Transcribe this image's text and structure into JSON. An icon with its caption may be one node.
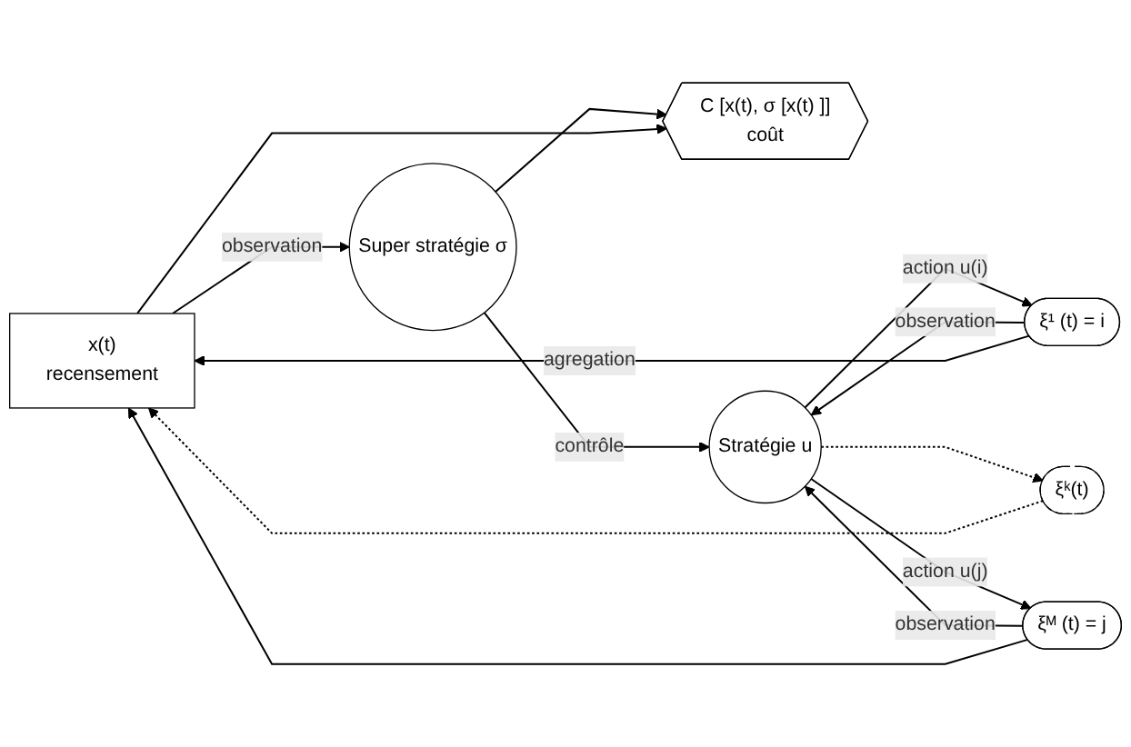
{
  "diagram": {
    "nodes": [
      {
        "text": [
          "C [x(t), σ [x(t) ]]",
          "coût"
        ]
      },
      {
        "text": [
          "x(t)",
          "recensement"
        ]
      },
      {
        "text": [
          "Super stratégie σ"
        ]
      },
      {
        "text": [
          "Stratégie u"
        ]
      },
      {
        "text": [
          "ξ¹ (t) = i"
        ]
      },
      {
        "text": [
          "ξᵏ(t)"
        ]
      },
      {
        "text": [
          "ξᴹ (t) = j"
        ]
      }
    ],
    "edges": [
      {
        "from": 2,
        "to": 0,
        "arrow": "to"
      },
      {
        "from": 1,
        "to": 0,
        "arrow": "to"
      },
      {
        "from": 1,
        "to": 2,
        "arrow": "to",
        "label": "observation"
      },
      {
        "from": 2,
        "to": 3,
        "arrow": "to",
        "label": "contrôle"
      },
      {
        "from": 3,
        "to": 4,
        "arrow": "to",
        "label": "action u(i)"
      },
      {
        "from": 3,
        "to": 5,
        "arrow": "to",
        "style": "dashed"
      },
      {
        "from": 3,
        "to": 6,
        "arrow": "to",
        "label": "action u(j)"
      },
      {
        "from": 4,
        "to": 3,
        "arrow": "to",
        "label": "observation"
      },
      {
        "from": 6,
        "to": 3,
        "arrow": "to",
        "label": "observation"
      },
      {
        "from": 4,
        "to": 1,
        "arrow": "to",
        "label": "agregation"
      },
      {
        "from": 5,
        "to": 1,
        "arrow": "to",
        "style": "dashed"
      },
      {
        "from": 6,
        "to": 1,
        "arrow": "to"
      }
    ]
  }
}
